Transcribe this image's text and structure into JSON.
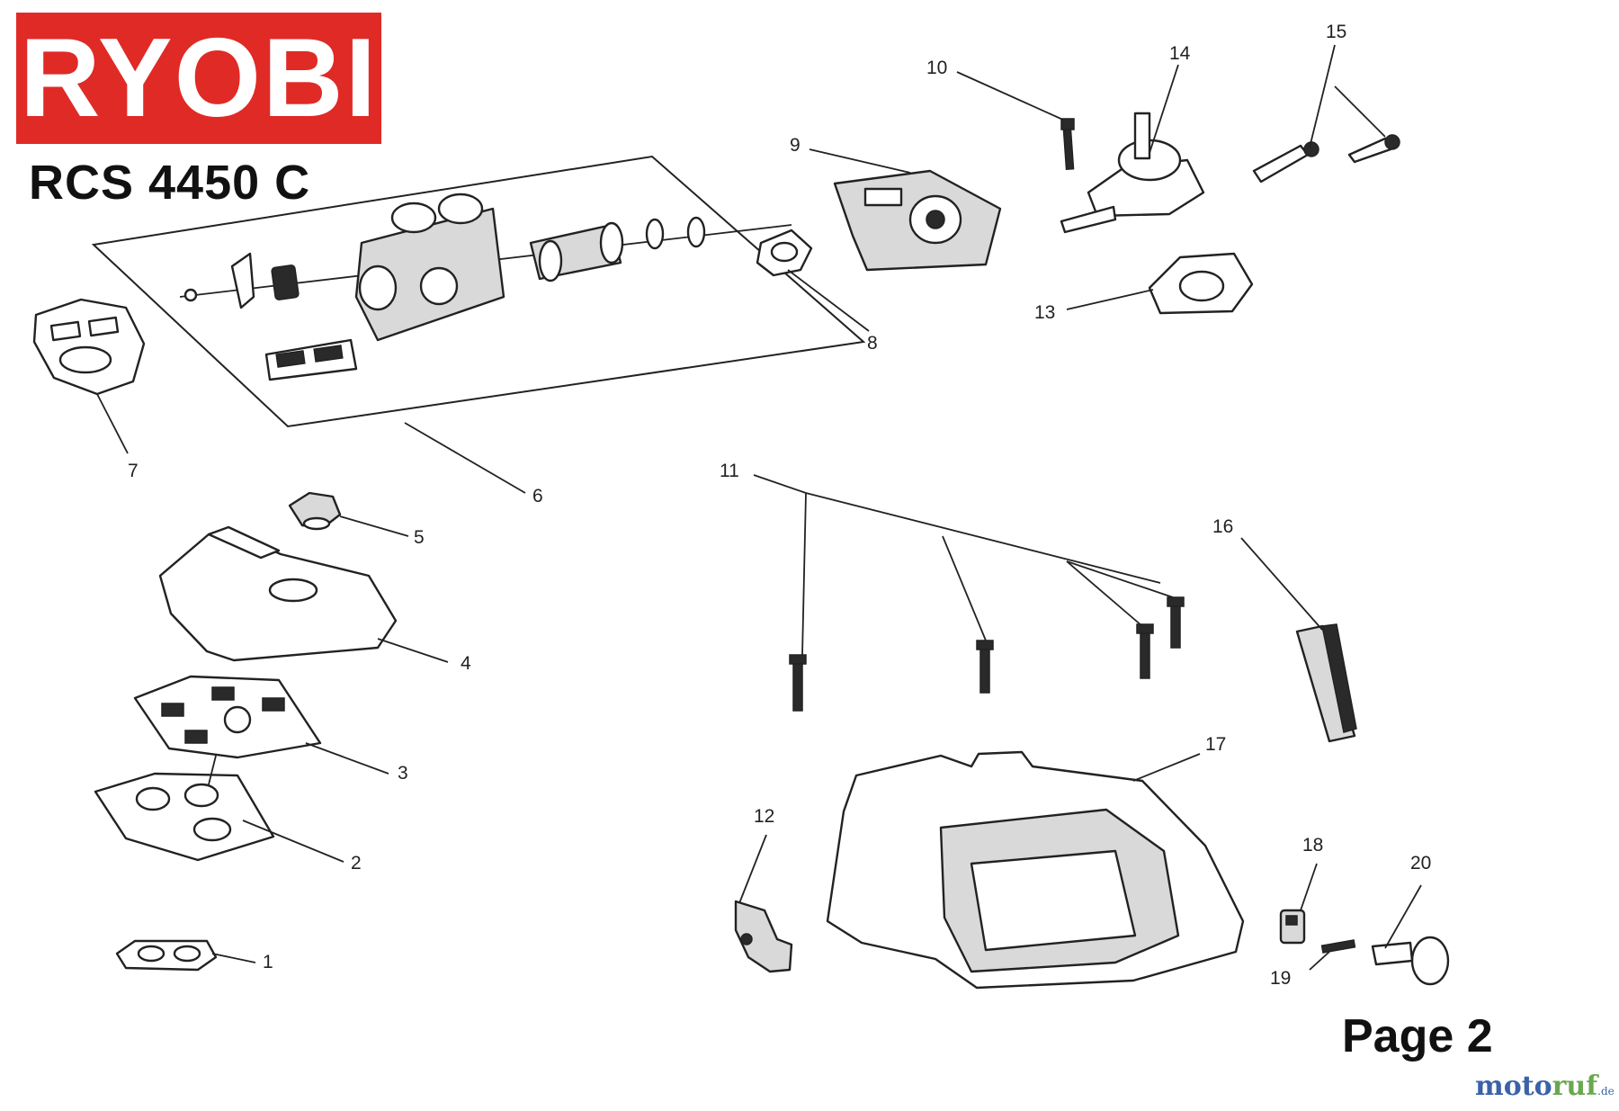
{
  "brand": {
    "logo_text": "RYOBI",
    "color": "#e02a26"
  },
  "model": "RCS 4450 C",
  "page_label": "Page 2",
  "watermark": {
    "part1": "moto",
    "part2": "ruf",
    "suffix": ".de"
  },
  "callouts": [
    {
      "id": "c1",
      "label": "1"
    },
    {
      "id": "c2",
      "label": "2"
    },
    {
      "id": "c3",
      "label": "3"
    },
    {
      "id": "c4",
      "label": "4"
    },
    {
      "id": "c5",
      "label": "5"
    },
    {
      "id": "c6",
      "label": "6"
    },
    {
      "id": "c7",
      "label": "7"
    },
    {
      "id": "c8",
      "label": "8"
    },
    {
      "id": "c9",
      "label": "9"
    },
    {
      "id": "c10",
      "label": "10"
    },
    {
      "id": "c11",
      "label": "11"
    },
    {
      "id": "c12",
      "label": "12"
    },
    {
      "id": "c13",
      "label": "13"
    },
    {
      "id": "c14",
      "label": "14"
    },
    {
      "id": "c15",
      "label": "15"
    },
    {
      "id": "c16",
      "label": "16"
    },
    {
      "id": "c17",
      "label": "17"
    },
    {
      "id": "c18",
      "label": "18"
    },
    {
      "id": "c19",
      "label": "19"
    },
    {
      "id": "c20",
      "label": "20"
    }
  ]
}
